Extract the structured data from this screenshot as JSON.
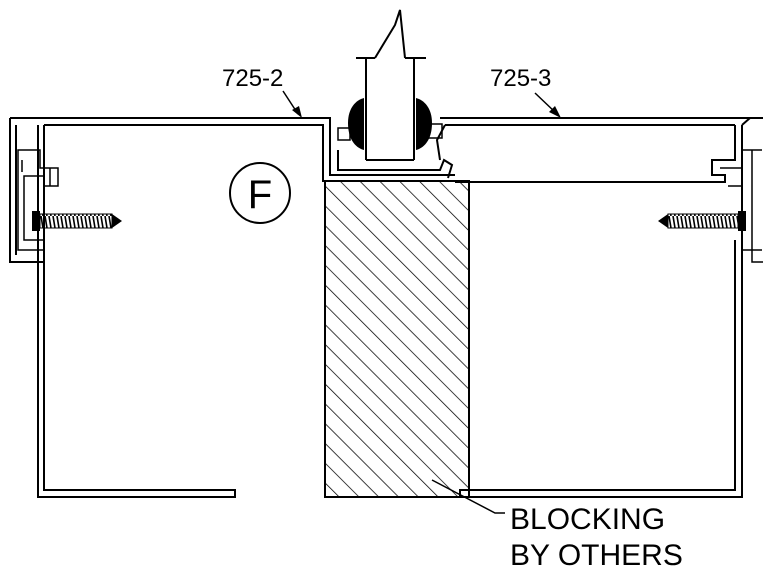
{
  "callouts": {
    "left_part": "725-2",
    "right_part": "725-3"
  },
  "detail_marker": "F",
  "note": {
    "line1": "BLOCKING",
    "line2": "BY OTHERS"
  }
}
